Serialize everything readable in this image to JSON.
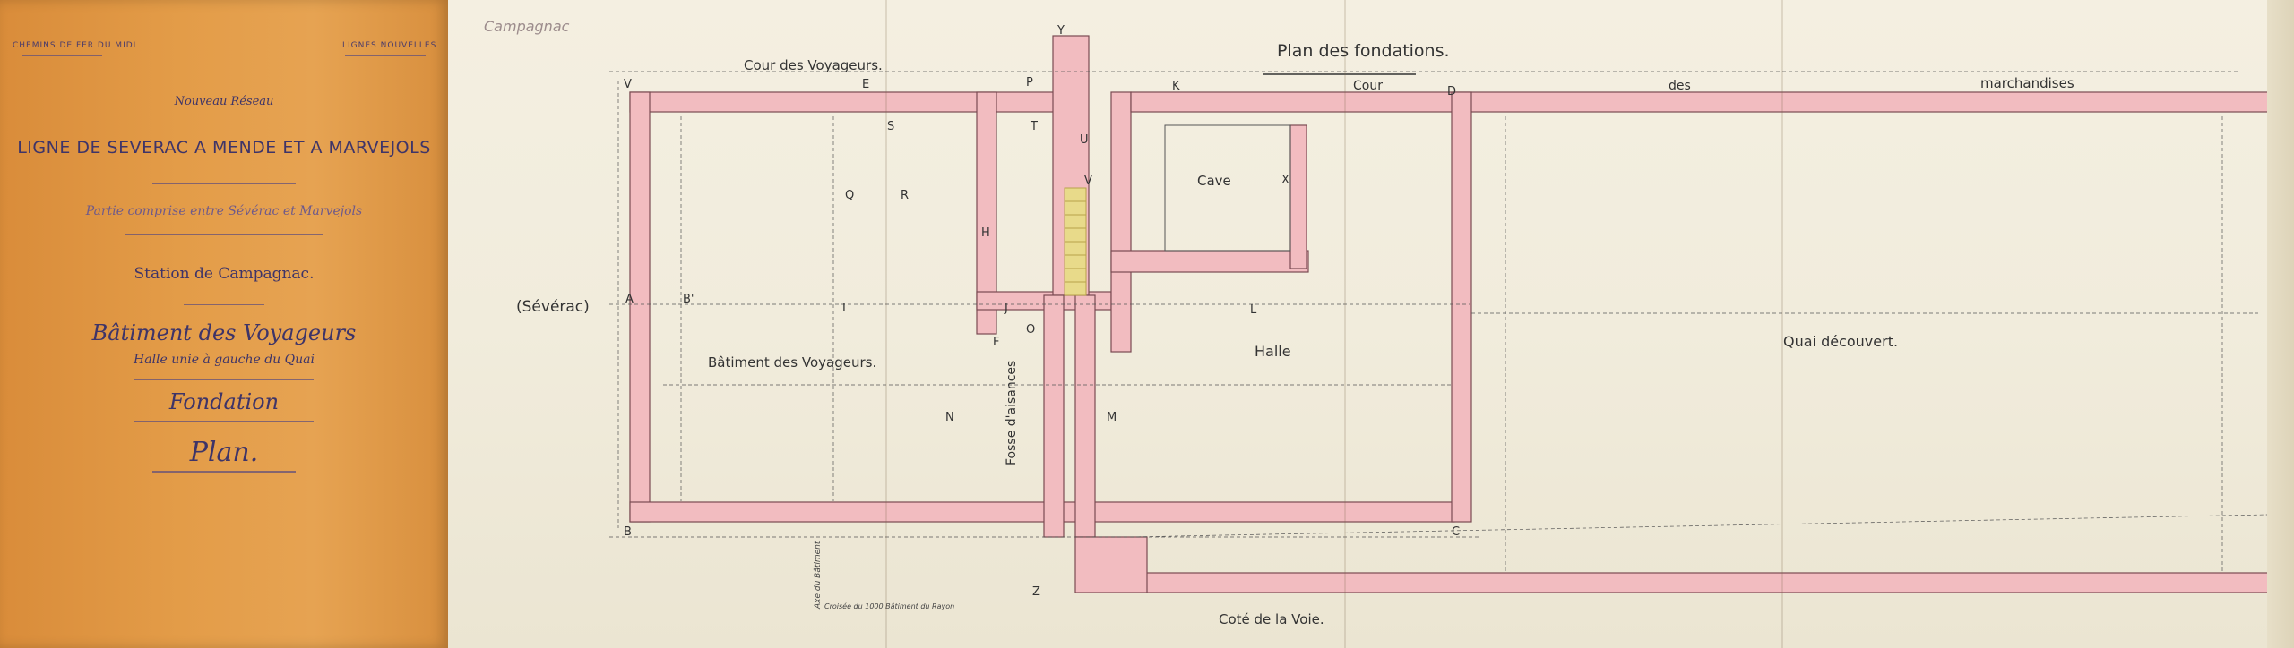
{
  "cover": {
    "header_left": "CHEMINS DE FER DU MIDI",
    "header_right": "LIGNES NOUVELLES",
    "network": "Nouveau Réseau",
    "line": "LIGNE DE SEVERAC A MENDE ET A MARVEJOLS",
    "section": "Partie comprise entre Sévérac et Marvejols",
    "station": "Station de Campagnac.",
    "building": "Bâtiment des Voyageurs",
    "hall": "Halle unie à gauche du Quai",
    "foundation": "Fondation",
    "plan": "Plan."
  },
  "plan": {
    "pencil_note": "Campagnac",
    "title": "Plan des fondations.",
    "cour_voyageurs": "Cour des Voyageurs.",
    "cour_marchandises": [
      "Cour",
      "des",
      "marchandises"
    ],
    "severac": "(Sévérac)",
    "batiment": "Bâtiment des Voyageurs.",
    "halle": "Halle",
    "cave": "Cave",
    "quai": "Quai découvert.",
    "fosse": "Fosse d'aisances",
    "cote_voie": "Coté de la Voie.",
    "axe_note": "Axe du Bâtiment",
    "cadre_note": "Croisée du 1000 Bâtiment du Rayon",
    "letters": {
      "V": "V",
      "Y": "Y",
      "E": "E",
      "K": "K",
      "D": "D",
      "S": "S",
      "P": "P",
      "T": "T",
      "U": "U",
      "V2": "V",
      "Q": "Q",
      "R": "R",
      "H": "H",
      "X": "X",
      "A": "A",
      "B2": "B'",
      "I": "I",
      "F": "F",
      "J": "J",
      "O": "O",
      "L": "L",
      "N": "N",
      "M": "M",
      "B": "B",
      "C": "C",
      "Z": "Z"
    }
  }
}
